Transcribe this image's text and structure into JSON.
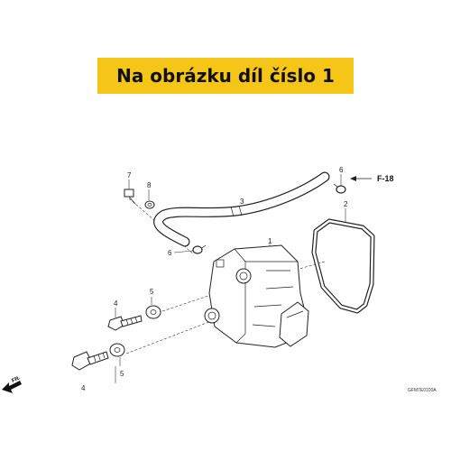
{
  "banner": {
    "text": "Na obrázku díl číslo 1"
  },
  "callouts": {
    "c1": "1",
    "c2": "2",
    "c3": "3",
    "c4a": "4",
    "c4b": "4",
    "c5a": "5",
    "c5b": "5",
    "c6a": "6",
    "c6b": "6",
    "c7": "7",
    "c8": "8"
  },
  "reference": "F-18",
  "front_label": "FR.",
  "diagram_code": "GFM7E0100A"
}
